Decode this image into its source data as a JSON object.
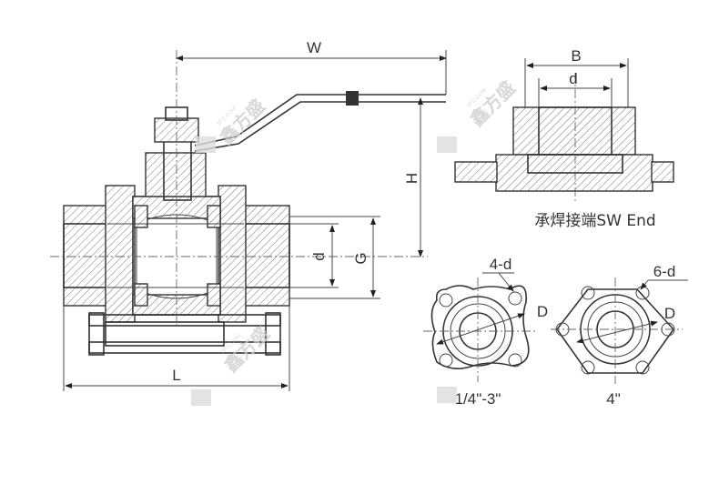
{
  "labels": {
    "W": "W",
    "H": "H",
    "d_body": "d",
    "G": "G",
    "L": "L",
    "B": "B",
    "d_sw": "d",
    "sw_end_caption": "承焊接端SW End",
    "four_d": "4-d",
    "D_left": "D",
    "six_d": "6-d",
    "D_right": "D",
    "size_small": "1/4\"-3\"",
    "size_large": "4\""
  },
  "watermark": {
    "brand": "鑫方盛",
    "site": "XFS.COM"
  }
}
